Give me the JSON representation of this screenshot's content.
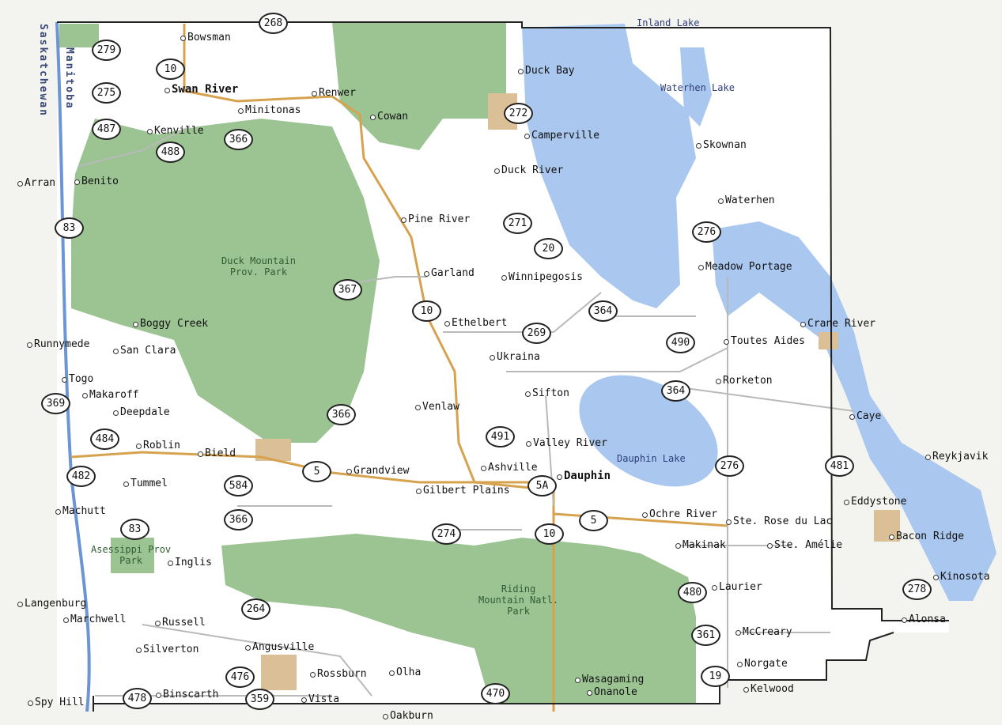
{
  "colors": {
    "land": "#ffffff",
    "park": "#9cc493",
    "water": "#a9c7ef",
    "reserve": "#dbc097",
    "highway": "#d6a24e",
    "road": "#b9b9b9",
    "border": "#222222"
  },
  "cities": [
    {
      "name": "Swan River",
      "name_text": "Swan River"
    },
    {
      "name": "Dauphin",
      "name_text": "Dauphin"
    }
  ],
  "towns": [
    "Bowsman",
    "Renwer",
    "Minitonas",
    "Cowan",
    "Kenville",
    "Benito",
    "Arran",
    "Duck Bay",
    "Camperville",
    "Duck River",
    "Pine River",
    "Garland",
    "Winnipegosis",
    "Boggy Creek",
    "Runnymede",
    "San Clara",
    "Ethelbert",
    "Ukraina",
    "Togo",
    "Makaroff",
    "Deepdale",
    "Venlaw",
    "Sifton",
    "Valley River",
    "Roblin",
    "Bield",
    "Grandview",
    "Ashville",
    "Tummel",
    "Gilbert Plains",
    "Machutt",
    "Inglis",
    "Langenburg",
    "Marchwell",
    "Russell",
    "Silverton",
    "Angusville",
    "Rossburn",
    "Olha",
    "Binscarth",
    "Vista",
    "Oakburn",
    "Spy Hill",
    "Wasagaming",
    "Onanole",
    "Skownan",
    "Waterhen",
    "Meadow Portage",
    "Crane River",
    "Toutes Aides",
    "Rorketon",
    "Caye",
    "Reykjavik",
    "Eddystone",
    "Bacon Ridge",
    "Kinosota",
    "Ochre River",
    "Ste. Rose du Lac",
    "Makinak",
    "Ste. Amélie",
    "Laurier",
    "McCreary",
    "Alonsa",
    "Norgate",
    "Kelwood"
  ],
  "highways": [
    "268",
    "279",
    "10",
    "275",
    "487",
    "488",
    "366",
    "272",
    "271",
    "20",
    "367",
    "10",
    "269",
    "364",
    "490",
    "364",
    "366",
    "491",
    "276",
    "369",
    "484",
    "482",
    "584",
    "5",
    "5A",
    "366",
    "5",
    "276",
    "481",
    "83",
    "274",
    "10",
    "480",
    "278",
    "264",
    "361",
    "476",
    "478",
    "359",
    "470",
    "19",
    "83"
  ],
  "parks": [
    {
      "name": "Duck Mountain Prov. Park",
      "line1": "Duck Mountain",
      "line2": "Prov. Park"
    },
    {
      "name": "Riding Mountain Natl. Park",
      "line1": "Riding",
      "line2": "Mountain Natl.",
      "line3": "Park"
    },
    {
      "name": "Asessippi Prov Park",
      "line1": "Asessippi Prov",
      "line2": "Park"
    }
  ],
  "water": [
    "Inland Lake",
    "Waterhen Lake",
    "Dauphin Lake"
  ],
  "provinces": [
    "Saskatchewan",
    "Manitoba"
  ]
}
